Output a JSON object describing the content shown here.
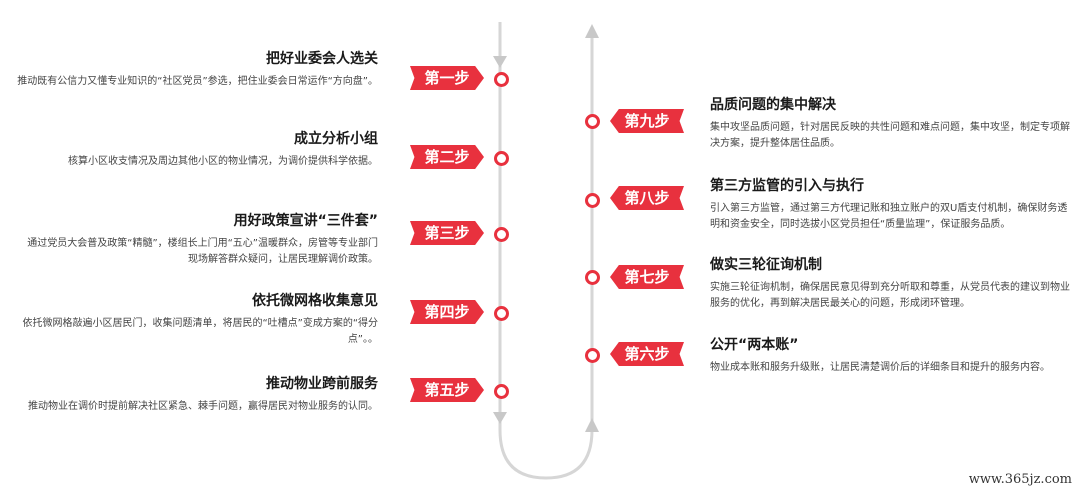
{
  "accent_color": "#e8313e",
  "left_steps": [
    {
      "badge": "第一步",
      "title": "把好业委会人选关",
      "desc": "推动既有公信力又懂专业知识的“社区党员”参选，把住业委会日常运作“方向盘”。"
    },
    {
      "badge": "第二步",
      "title": "成立分析小组",
      "desc": "核算小区收支情况及周边其他小区的物业情况，为调价提供科学依据。"
    },
    {
      "badge": "第三步",
      "title": "用好政策宣讲“三件套”",
      "desc": "通过党员大会普及政策“精髓”，楼组长上门用“五心”温暖群众，房管等专业部门现场解答群众疑问，让居民理解调价政策。"
    },
    {
      "badge": "第四步",
      "title": "依托微网格收集意见",
      "desc": "依托微网格敲遍小区居民门，收集问题清单，将居民的“吐槽点”变成方案的“得分点”。。"
    },
    {
      "badge": "第五步",
      "title": "推动物业跨前服务",
      "desc": "推动物业在调价时提前解决社区紧急、棘手问题，赢得居民对物业服务的认同。"
    }
  ],
  "right_steps": [
    {
      "badge": "第九步",
      "title": "品质问题的集中解决",
      "desc": "集中攻坚品质问题，针对居民反映的共性问题和难点问题，集中攻坚，制定专项解决方案，提升整体居住品质。"
    },
    {
      "badge": "第八步",
      "title": "第三方监管的引入与执行",
      "desc": "引入第三方监管，通过第三方代理记账和独立账户的双U盾支付机制，确保财务透明和资金安全，同时选拔小区党员担任“质量监理”，保证服务品质。"
    },
    {
      "badge": "第七步",
      "title": "做实三轮征询机制",
      "desc": "实施三轮征询机制，确保居民意见得到充分听取和尊重，从党员代表的建议到物业服务的优化，再到解决居民最关心的问题，形成闭环管理。"
    },
    {
      "badge": "第六步",
      "title": "公开“两本账”",
      "desc": "物业成本账和服务升级账，让居民清楚调价后的详细条目和提升的服务内容。"
    }
  ],
  "watermark": "www.365jz.com"
}
